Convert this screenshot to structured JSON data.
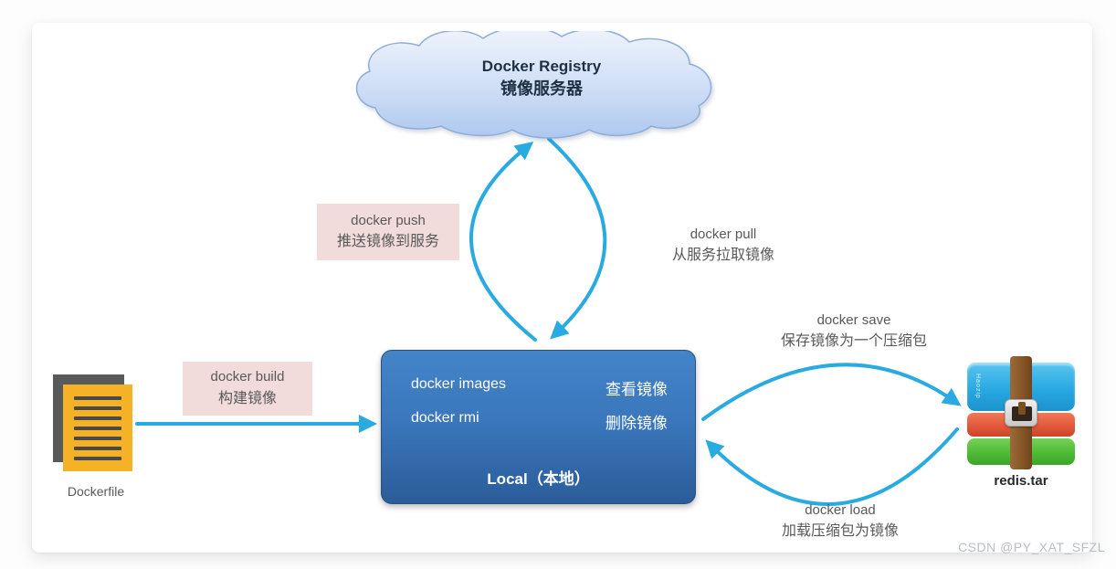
{
  "registry_cloud": {
    "title": "Docker Registry",
    "subtitle": "镜像服务器"
  },
  "labels": {
    "push": {
      "command": "docker push",
      "desc": "推送镜像到服务"
    },
    "pull": {
      "command": "docker pull",
      "desc": "从服务拉取镜像"
    },
    "build": {
      "command": "docker build",
      "desc": "构建镜像"
    },
    "save": {
      "command": "docker save",
      "desc": "保存镜像为一个压缩包"
    },
    "load": {
      "command": "docker load",
      "desc": "加载压缩包为镜像"
    }
  },
  "local_box": {
    "rows": [
      {
        "command": "docker images",
        "desc": "查看镜像"
      },
      {
        "command": "docker rmi",
        "desc": "删除镜像"
      }
    ],
    "caption": "Local（本地）"
  },
  "dockerfile": {
    "label": "Dockerfile"
  },
  "archive": {
    "label": "redis.tar",
    "brand": "Haozip"
  },
  "watermark": "CSDN @PY_XAT_SFZL",
  "colors": {
    "arrow": "#29abe2",
    "pink_label_bg": "#f2dcdb",
    "gray_text": "#595959",
    "local_box_top": "#4484c8",
    "local_box_bottom": "#2b5c99",
    "cloud_top": "#eff4fc",
    "cloud_bottom": "#adc8ee",
    "dockerfile_yellow": "#f5b226",
    "archive_blue": "#29a8e2",
    "archive_red": "#e05638",
    "archive_green": "#4cb935"
  }
}
